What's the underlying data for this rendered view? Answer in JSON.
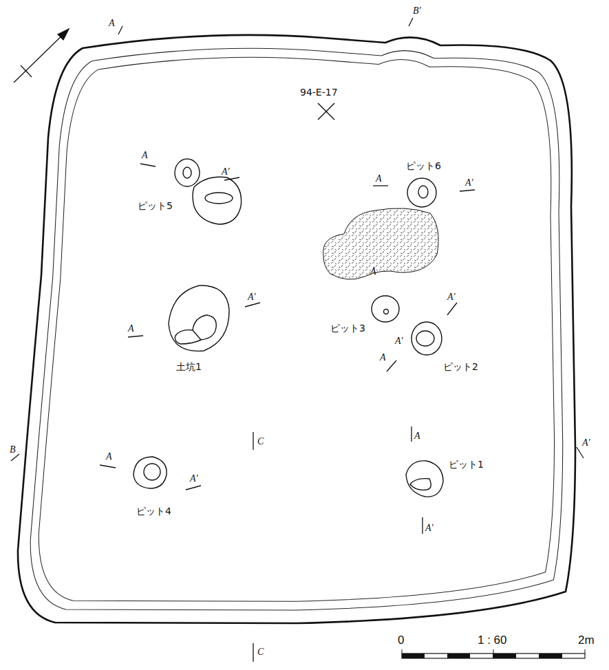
{
  "diagram": {
    "labels": [
      "A",
      "B'",
      "94-E-17",
      "A",
      "A'",
      "ピット5",
      "ピット6",
      "A",
      "A'",
      "A",
      "A'",
      "A",
      "土坑1",
      "A'",
      "ピット3",
      "A",
      "A'",
      "ピット2",
      "B",
      "A'",
      "C",
      "A",
      "ピット1",
      "A'",
      "A",
      "A'",
      "ピット4",
      "C",
      "0",
      "1 : 60",
      "2m"
    ]
  }
}
